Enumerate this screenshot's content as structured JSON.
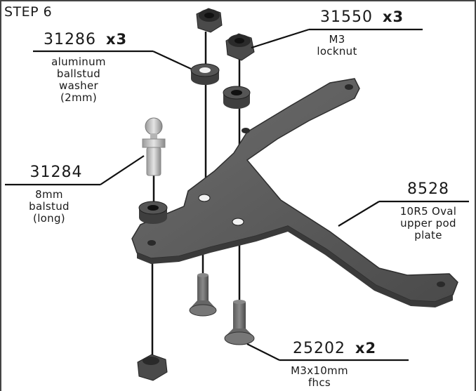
{
  "step": {
    "title": "STEP 6"
  },
  "parts": [
    {
      "part_number": "31286",
      "qty": "x3",
      "desc": [
        "aluminum",
        "ballstud",
        "washer",
        "(2mm)"
      ]
    },
    {
      "part_number": "31550",
      "qty": "x3",
      "desc": [
        "M3",
        "locknut"
      ]
    },
    {
      "part_number": "31284",
      "qty": "",
      "desc": [
        "8mm",
        "balstud",
        "(long)"
      ]
    },
    {
      "part_number": "8528",
      "qty": "",
      "desc": [
        "10R5 Oval",
        "upper pod",
        "plate"
      ]
    },
    {
      "part_number": "25202",
      "qty": "x2",
      "desc": [
        "M3x10mm",
        "fhcs"
      ]
    }
  ]
}
